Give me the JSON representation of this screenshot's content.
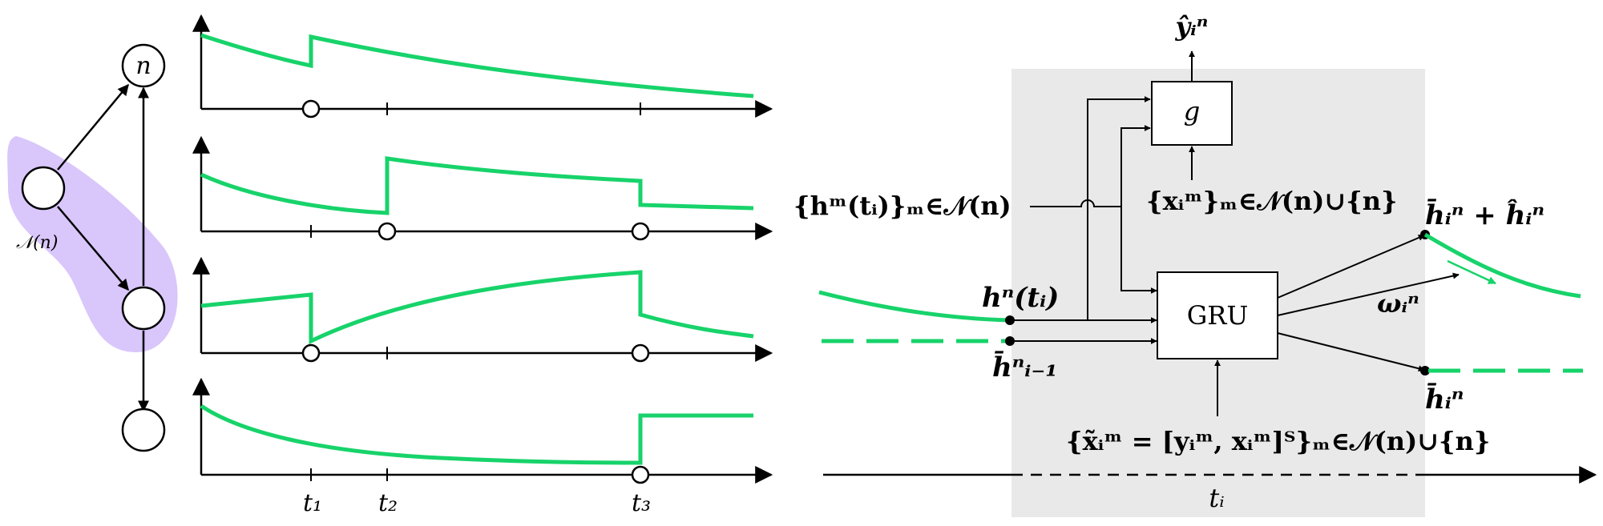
{
  "colors": {
    "curve": "#17d36a",
    "neighborhood": "#d9c6fb",
    "panel": "#e9e9e9",
    "ink": "#000000"
  },
  "graph": {
    "top_node_label": "n",
    "neighborhood_label": "𝒩(n)"
  },
  "timeline": {
    "tick_labels": [
      "t₁",
      "t₂",
      "t₃"
    ]
  },
  "block": {
    "g_label": "g",
    "gru_label": "GRU",
    "output_label": "ŷᵢⁿ",
    "hidden_input_label": "{hᵐ(tᵢ)}ₘ∈𝒩(n)",
    "feature_input_label": "{xᵢᵐ}ₘ∈𝒩(n)∪{n}",
    "state_label": "hⁿ(tᵢ)",
    "prev_state_label": "h̄ⁿᵢ₋₁",
    "sum_label": "h̄ᵢⁿ + ĥᵢⁿ",
    "omega_label": "ωᵢⁿ",
    "next_state_label": "h̄ᵢⁿ",
    "obs_input_label": "{x̃ᵢᵐ = [yᵢᵐ, xᵢᵐ]ᵀ}ₘ∈𝒩(n)∪{n}",
    "time_label": "tᵢ"
  }
}
